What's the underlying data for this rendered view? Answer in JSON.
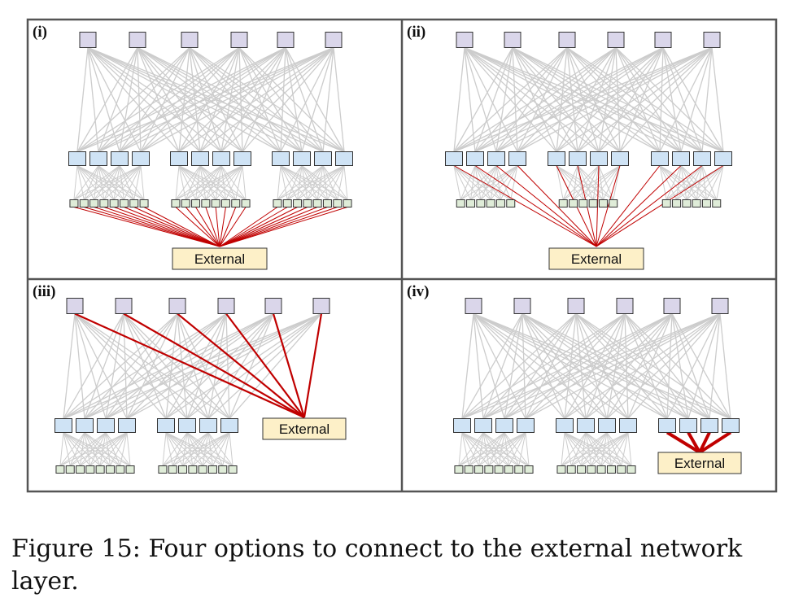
{
  "figure": {
    "caption": "Figure 15: Four options to connect to the external network layer.",
    "external_label": "External",
    "panels": [
      {
        "label": "(i)",
        "variant": "edge-to-external",
        "pods": 3,
        "external_position": "bottom-center"
      },
      {
        "label": "(ii)",
        "variant": "aggregation-to-external",
        "pods": 3,
        "external_position": "bottom-center"
      },
      {
        "label": "(iii)",
        "variant": "spine-to-external",
        "pods": 2,
        "external_position": "right-of-pods"
      },
      {
        "label": "(iv)",
        "variant": "dedicated-pod",
        "pods": 2,
        "external_position": "third-pod"
      }
    ],
    "colors": {
      "spine_fill": "#dad6ea",
      "aggregation_fill": "#cfe3f5",
      "edge_fill": "#dfecd8",
      "external_fill": "#fdf0c8",
      "link_gray": "#cccccc",
      "link_red": "#c00000",
      "frame": "#555555"
    }
  }
}
